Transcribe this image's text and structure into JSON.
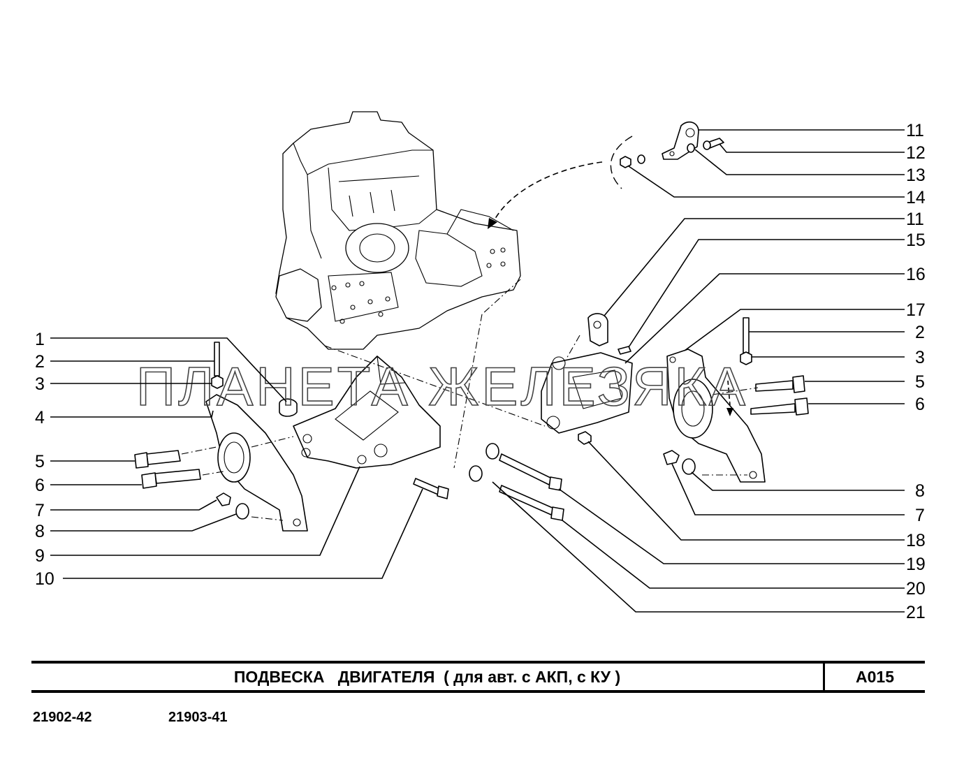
{
  "title": "ПОДВЕСКА   ДВИГАТЕЛЯ  ( для авт. с АКП, с КУ )",
  "code": "A015",
  "models": [
    "21902-42",
    "21903-41"
  ],
  "watermark": "ПЛАНЕТА ЖЕЛЕЗЯКА",
  "callouts_left": [
    "1",
    "2",
    "3",
    "4",
    "5",
    "6",
    "7",
    "8",
    "9",
    "10"
  ],
  "callouts_right": [
    "11",
    "12",
    "13",
    "14",
    "11",
    "15",
    "16",
    "17",
    "2",
    "3",
    "5",
    "6",
    "8",
    "7",
    "18",
    "19",
    "20",
    "21"
  ]
}
